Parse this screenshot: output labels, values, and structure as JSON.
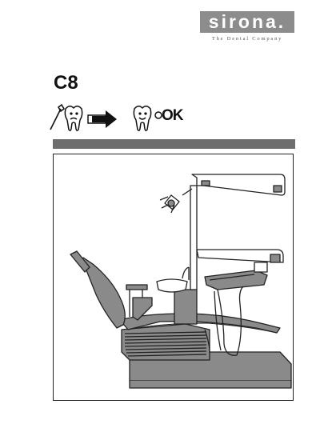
{
  "brand": {
    "name": "sirona.",
    "tagline": "The Dental Company"
  },
  "model": "C8",
  "pictogram": {
    "ok_label": "OK",
    "icons": [
      "wrench-icon",
      "sad-tooth-icon",
      "arrow-right-icon",
      "happy-tooth-icon"
    ]
  },
  "colors": {
    "logo_gray": "#8c8c8c",
    "bar_gray": "#6e6e6e",
    "illustration_gray": "#8a8a8a"
  }
}
